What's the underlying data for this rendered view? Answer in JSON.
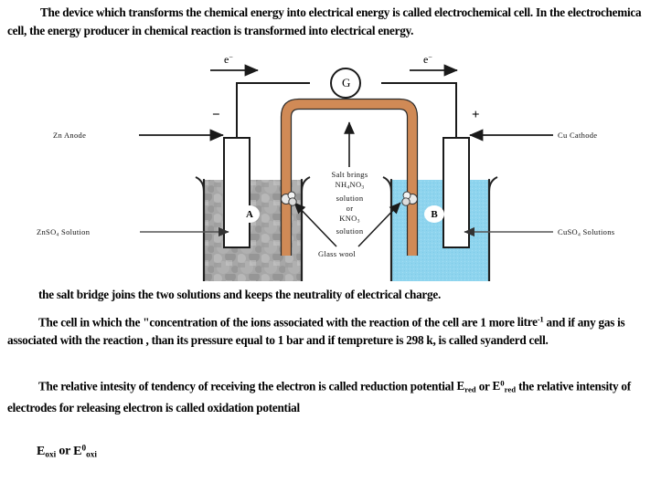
{
  "document": {
    "intro": "The device which transforms the chemical energy into electrical energy is called electrochemical cell. In the electrochemica cell, the energy producer in chemical reaction is transformed into electrical energy.",
    "paragraph_bridge": "the salt bridge joins the two solutions and keeps the neutrality of electrical charge.",
    "paragraph_cell_1": "The cell in which the \"concentration of the ions associated with the reaction of the cell are 1 more",
    "paragraph_cell_2_pre": "litre",
    "paragraph_cell_2_sup": "-1",
    "paragraph_cell_2_post": " and if any gas is associated with the reaction , than its pressure equal to 1 bar and if tempreture is 298 k, is called syanderd cell.",
    "paragraph_rel_1": "The relative intesity of tendency of receiving the electron is called reduction potential ",
    "paragraph_rel_E": "E",
    "paragraph_rel_red": "red",
    "paragraph_rel_or": "  or  ",
    "paragraph_rel_E0": "E",
    "paragraph_rel_zero": "0",
    "paragraph_rel_red2": "red",
    "paragraph_rel_tail": " the relative intensity of electrodes for releasing electron is called oxidation potential",
    "paragraph_oxi_E": "E",
    "paragraph_oxi_sub": "oxi",
    "paragraph_oxi_or": "  or  ",
    "paragraph_oxi_E0": "E",
    "paragraph_oxi_zero": "0",
    "paragraph_oxi_sub2": "oxi"
  },
  "diagram": {
    "title": "electrochemical-cell",
    "galvanometer_label": "G",
    "electron_left": "e",
    "electron_left_sup": "−",
    "electron_right": "e",
    "electron_right_sup": "−",
    "minus_sign": "−",
    "plus_sign": "+",
    "anode_label": "Zn  Anode",
    "cathode_label": "Cu  Cathode",
    "left_solution_label": "ZnSO",
    "left_solution_sub": "4",
    "left_solution_tail": "  Solution",
    "right_solution_label": "CuSO",
    "right_solution_sub": "4",
    "right_solution_tail": "  Solutions",
    "beaker_a_label": "A",
    "beaker_b_label": "B",
    "salt_bridge_line1": "Salt  brings",
    "salt_bridge_line2_pre": "NH",
    "salt_bridge_line2_sub1": "4",
    "salt_bridge_line2_mid": "NO",
    "salt_bridge_line2_sub2": "3",
    "salt_bridge_line3": "solution",
    "salt_bridge_line4": "or",
    "salt_bridge_line5_pre": "KNO",
    "salt_bridge_line5_sub": "3",
    "salt_bridge_line6": "solution",
    "glass_wool_label": "Glass   wool"
  },
  "colors": {
    "salt_bridge": "#d08a56",
    "salt_bridge_edge": "#000000",
    "cuso4_solution": "#8ed4ee",
    "znso4_solution": "#9e9e9e",
    "wire": "#1a1a1a",
    "text": "#000000",
    "background": "#ffffff"
  }
}
